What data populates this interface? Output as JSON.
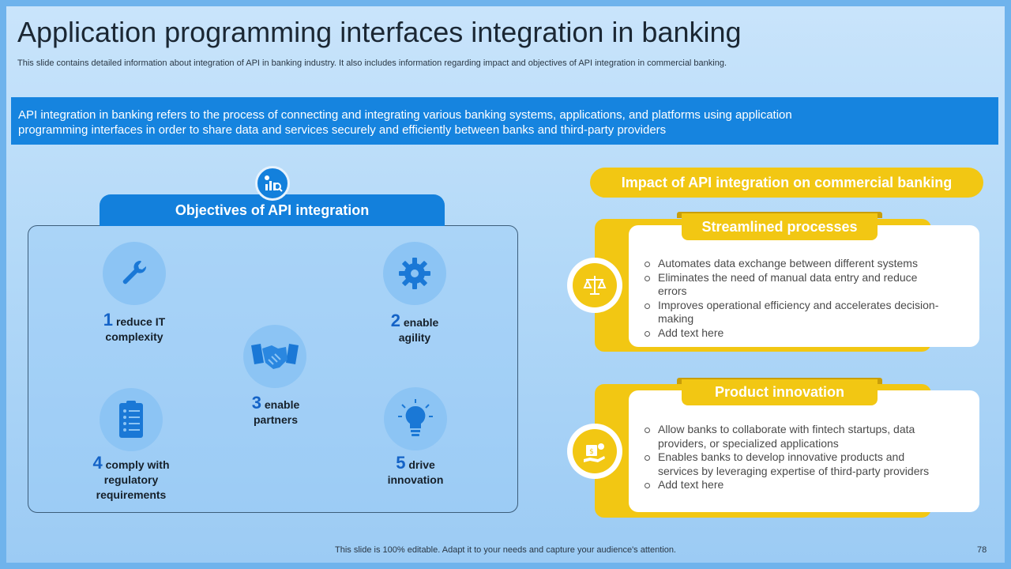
{
  "slide": {
    "title": "Application programming interfaces integration in banking",
    "subtitle": "This slide contains detailed information about integration of API in banking industry. It also includes information regarding impact and objectives of API integration in commercial banking.",
    "banner_lines": [
      "API integration in banking refers to the process of connecting and integrating various banking systems, applications, and platforms using application",
      "programming interfaces in order to share data and services securely and efficiently between banks and third-party providers"
    ],
    "footer": "This slide is 100% editable. Adapt it to your needs and capture your audience's attention.",
    "page_number": "78"
  },
  "objectives": {
    "header": "Objectives   of API integration",
    "items": [
      {
        "num": "1",
        "line1": "reduce IT",
        "line2": "complexity",
        "icon": "wrench-icon"
      },
      {
        "num": "2",
        "line1": "enable",
        "line2": "agility",
        "icon": "gear-icon"
      },
      {
        "num": "3",
        "line1": "enable",
        "line2": "partners",
        "icon": "handshake-icon"
      },
      {
        "num": "4",
        "line1": "comply with",
        "line2": "regulatory",
        "line3": "requirements",
        "icon": "clipboard-icon"
      },
      {
        "num": "5",
        "line1": "drive",
        "line2": "innovation",
        "icon": "lightbulb-icon"
      }
    ]
  },
  "impact": {
    "header": "Impact of API integration on commercial banking",
    "cards": [
      {
        "title": "Streamlined processes",
        "icon": "scales-icon",
        "bullets": [
          "Automates data exchange between different systems",
          "Eliminates the need of manual data entry and reduce errors",
          "Improves operational efficiency and accelerates decision-making",
          "Add text here"
        ]
      },
      {
        "title": "Product innovation",
        "icon": "innovation-hand-icon",
        "bullets": [
          "Allow banks to collaborate with fintech startups, data providers, or specialized applications",
          "Enables banks to develop innovative products and services by leveraging expertise of third-party providers",
          "Add text here"
        ]
      }
    ]
  },
  "colors": {
    "primary_blue": "#1380dc",
    "banner_blue": "#1684df",
    "accent_yellow": "#f2c713",
    "number_blue": "#1463c7"
  }
}
